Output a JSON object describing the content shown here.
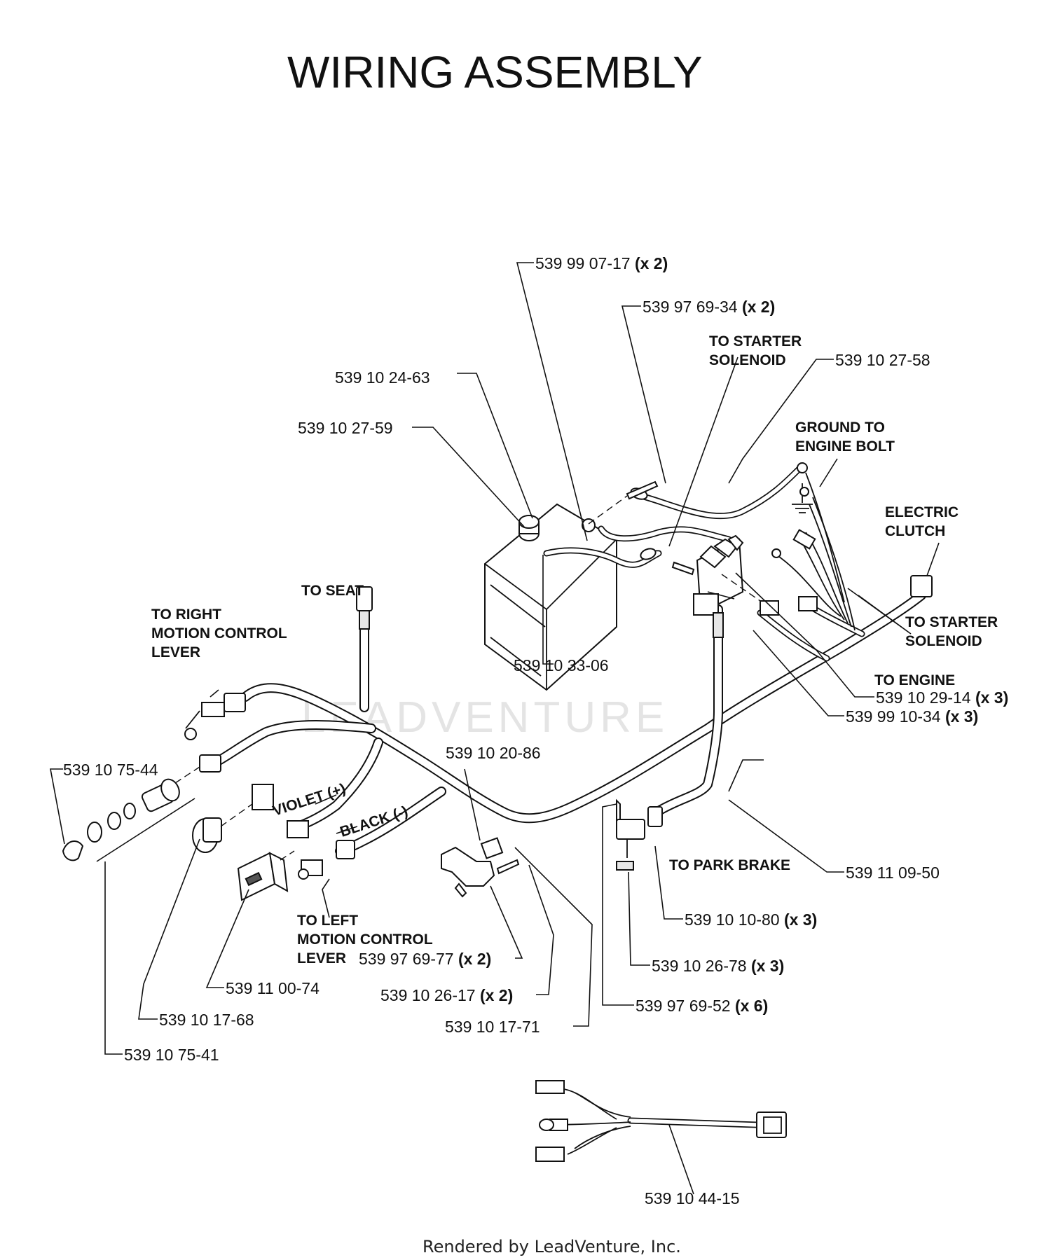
{
  "title": "WIRING ASSEMBLY",
  "watermark": "LEADVENTURE",
  "footer": "Rendered by LeadVenture, Inc.",
  "callouts": {
    "c01": {
      "part": "539 99 07-17",
      "qty": "(x 2)"
    },
    "c02": {
      "part": "539 97 69-34",
      "qty": "(x 2)"
    },
    "c03": {
      "part": "539 10 27-58"
    },
    "c04": {
      "part": "539 10 24-63"
    },
    "c05": {
      "part": "539 10 27-59"
    },
    "c06": {
      "part": "539 10 33-06"
    },
    "c07": {
      "part": "539 10 29-14",
      "qty": "(x 3)"
    },
    "c08": {
      "part": "539 99 10-34",
      "qty": "(x 3)"
    },
    "c09": {
      "part": "539 10 75-44"
    },
    "c10": {
      "part": "539 10 20-86"
    },
    "c11": {
      "part": "539 11 09-50"
    },
    "c12": {
      "part": "539 10 10-80",
      "qty": "(x 3)"
    },
    "c13": {
      "part": "539 10 26-78",
      "qty": "(x 3)"
    },
    "c14": {
      "part": "539 97 69-52",
      "qty": "(x 6)"
    },
    "c15": {
      "part": "539 97 69-77",
      "qty": "(x 2)"
    },
    "c16": {
      "part": "539 10 26-17",
      "qty": "(x 2)"
    },
    "c17": {
      "part": "539 10 17-71"
    },
    "c18": {
      "part": "539 11 00-74"
    },
    "c19": {
      "part": "539 10 17-68"
    },
    "c20": {
      "part": "539 10 75-41"
    },
    "c21": {
      "part": "539 10 44-15"
    }
  },
  "labels": {
    "to_starter_solenoid_top": [
      "TO STARTER",
      "SOLENOID"
    ],
    "ground_to_engine_bolt": [
      "GROUND TO",
      "ENGINE BOLT"
    ],
    "electric_clutch": [
      "ELECTRIC",
      "CLUTCH"
    ],
    "to_starter_solenoid_right": [
      "TO STARTER",
      "SOLENOID"
    ],
    "to_engine": "TO ENGINE",
    "to_seat": "TO SEAT",
    "to_right_motion_control_lever": [
      "TO RIGHT",
      "MOTION CONTROL",
      "LEVER"
    ],
    "violet": "VIOLET (+)",
    "black": "BLACK (-)",
    "to_left_motion_control_lever": [
      "TO LEFT",
      "MOTION CONTROL",
      "LEVER"
    ],
    "to_park_brake": "TO PARK BRAKE"
  }
}
